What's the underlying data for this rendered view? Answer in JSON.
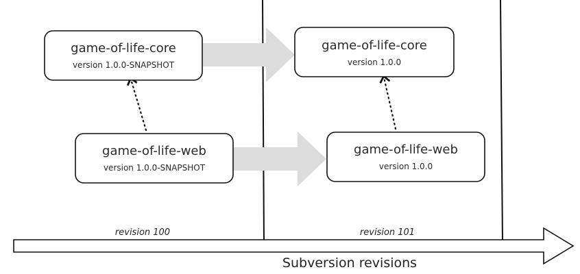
{
  "modules": [
    {
      "name": "game-of-life-core",
      "version": "version 1.0.0-SNAPSHOT"
    },
    {
      "name": "game-of-life-web",
      "version": "version 1.0.0-SNAPSHOT"
    },
    {
      "name": "game-of-life-core",
      "version": "version 1.0.0"
    },
    {
      "name": "game-of-life-web",
      "version": "version 1.0.0"
    }
  ],
  "revisions": [
    {
      "label": "revision 100"
    },
    {
      "label": "revision 101"
    }
  ],
  "timeline": {
    "caption": "Subversion revisions"
  }
}
